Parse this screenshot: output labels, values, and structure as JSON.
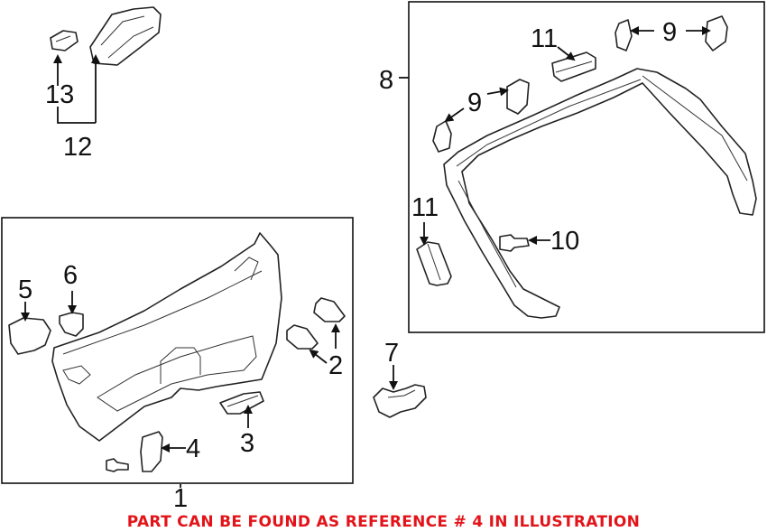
{
  "diagram": {
    "callouts": {
      "c1": "1",
      "c2": "2",
      "c3": "3",
      "c4": "4",
      "c5": "5",
      "c6": "6",
      "c7": "7",
      "c8": "8",
      "c9a": "9",
      "c9b": "9",
      "c10": "10",
      "c11a": "11",
      "c11b": "11",
      "c12": "12",
      "c13": "13"
    },
    "note": "PART CAN BE FOUND AS REFERENCE # 4 IN ILLUSTRATION",
    "note_color": "#e2141a"
  }
}
